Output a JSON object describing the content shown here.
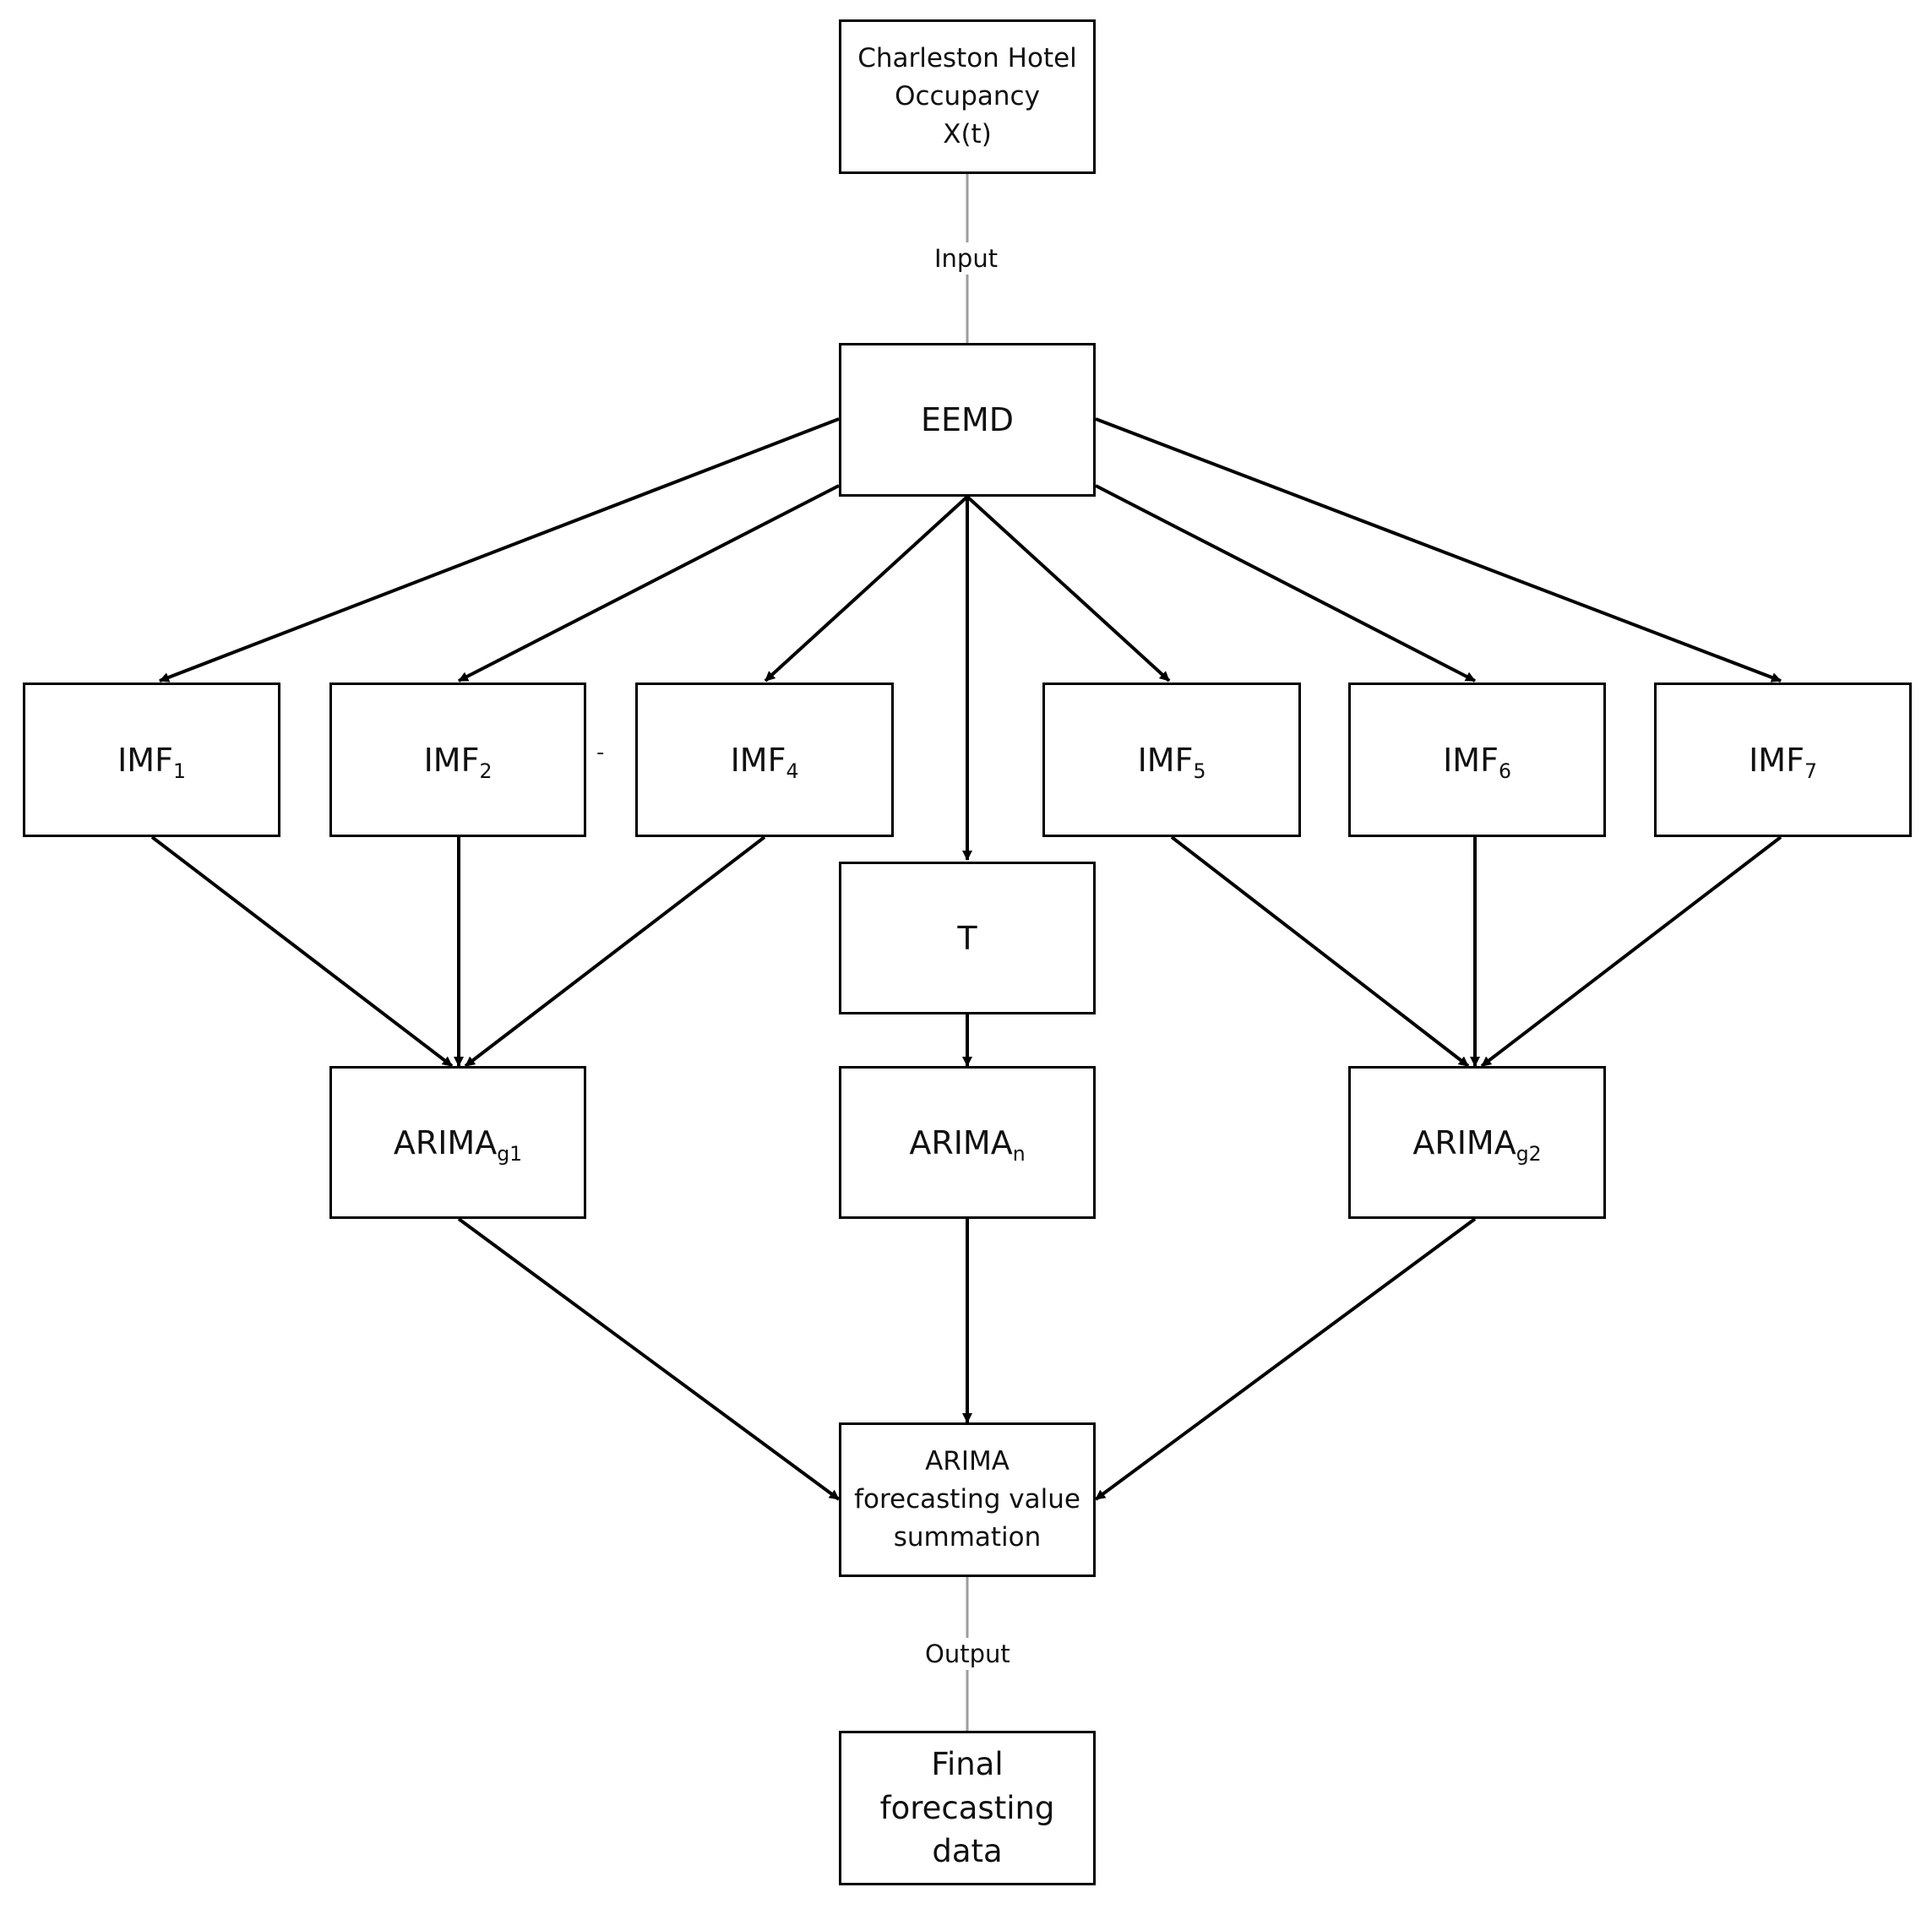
{
  "nodes": {
    "source": [
      "Charleston Hotel",
      "Occupancy",
      "X(t)"
    ],
    "eemd": "EEMD",
    "imf1": {
      "base": "IMF",
      "sub": "1"
    },
    "imf2": {
      "base": "IMF",
      "sub": "2"
    },
    "imf4": {
      "base": "IMF",
      "sub": "4"
    },
    "imf5": {
      "base": "IMF",
      "sub": "5"
    },
    "imf6": {
      "base": "IMF",
      "sub": "6"
    },
    "imf7": {
      "base": "IMF",
      "sub": "7"
    },
    "trend": "T",
    "arima_g1": {
      "base": "ARIMA",
      "sub": "g1"
    },
    "arima_n": {
      "base": "ARIMA",
      "sub": "n"
    },
    "arima_g2": {
      "base": "ARIMA",
      "sub": "g2"
    },
    "summation": [
      "ARIMA",
      "forecasting value",
      "summation"
    ],
    "final": [
      "Final forecasting",
      "data"
    ]
  },
  "edge_labels": {
    "input": "Input",
    "output": "Output"
  },
  "ellipsis": "-",
  "colors": {
    "stroke": "#000000",
    "connector": "#9e9e9e",
    "background": "#ffffff"
  }
}
